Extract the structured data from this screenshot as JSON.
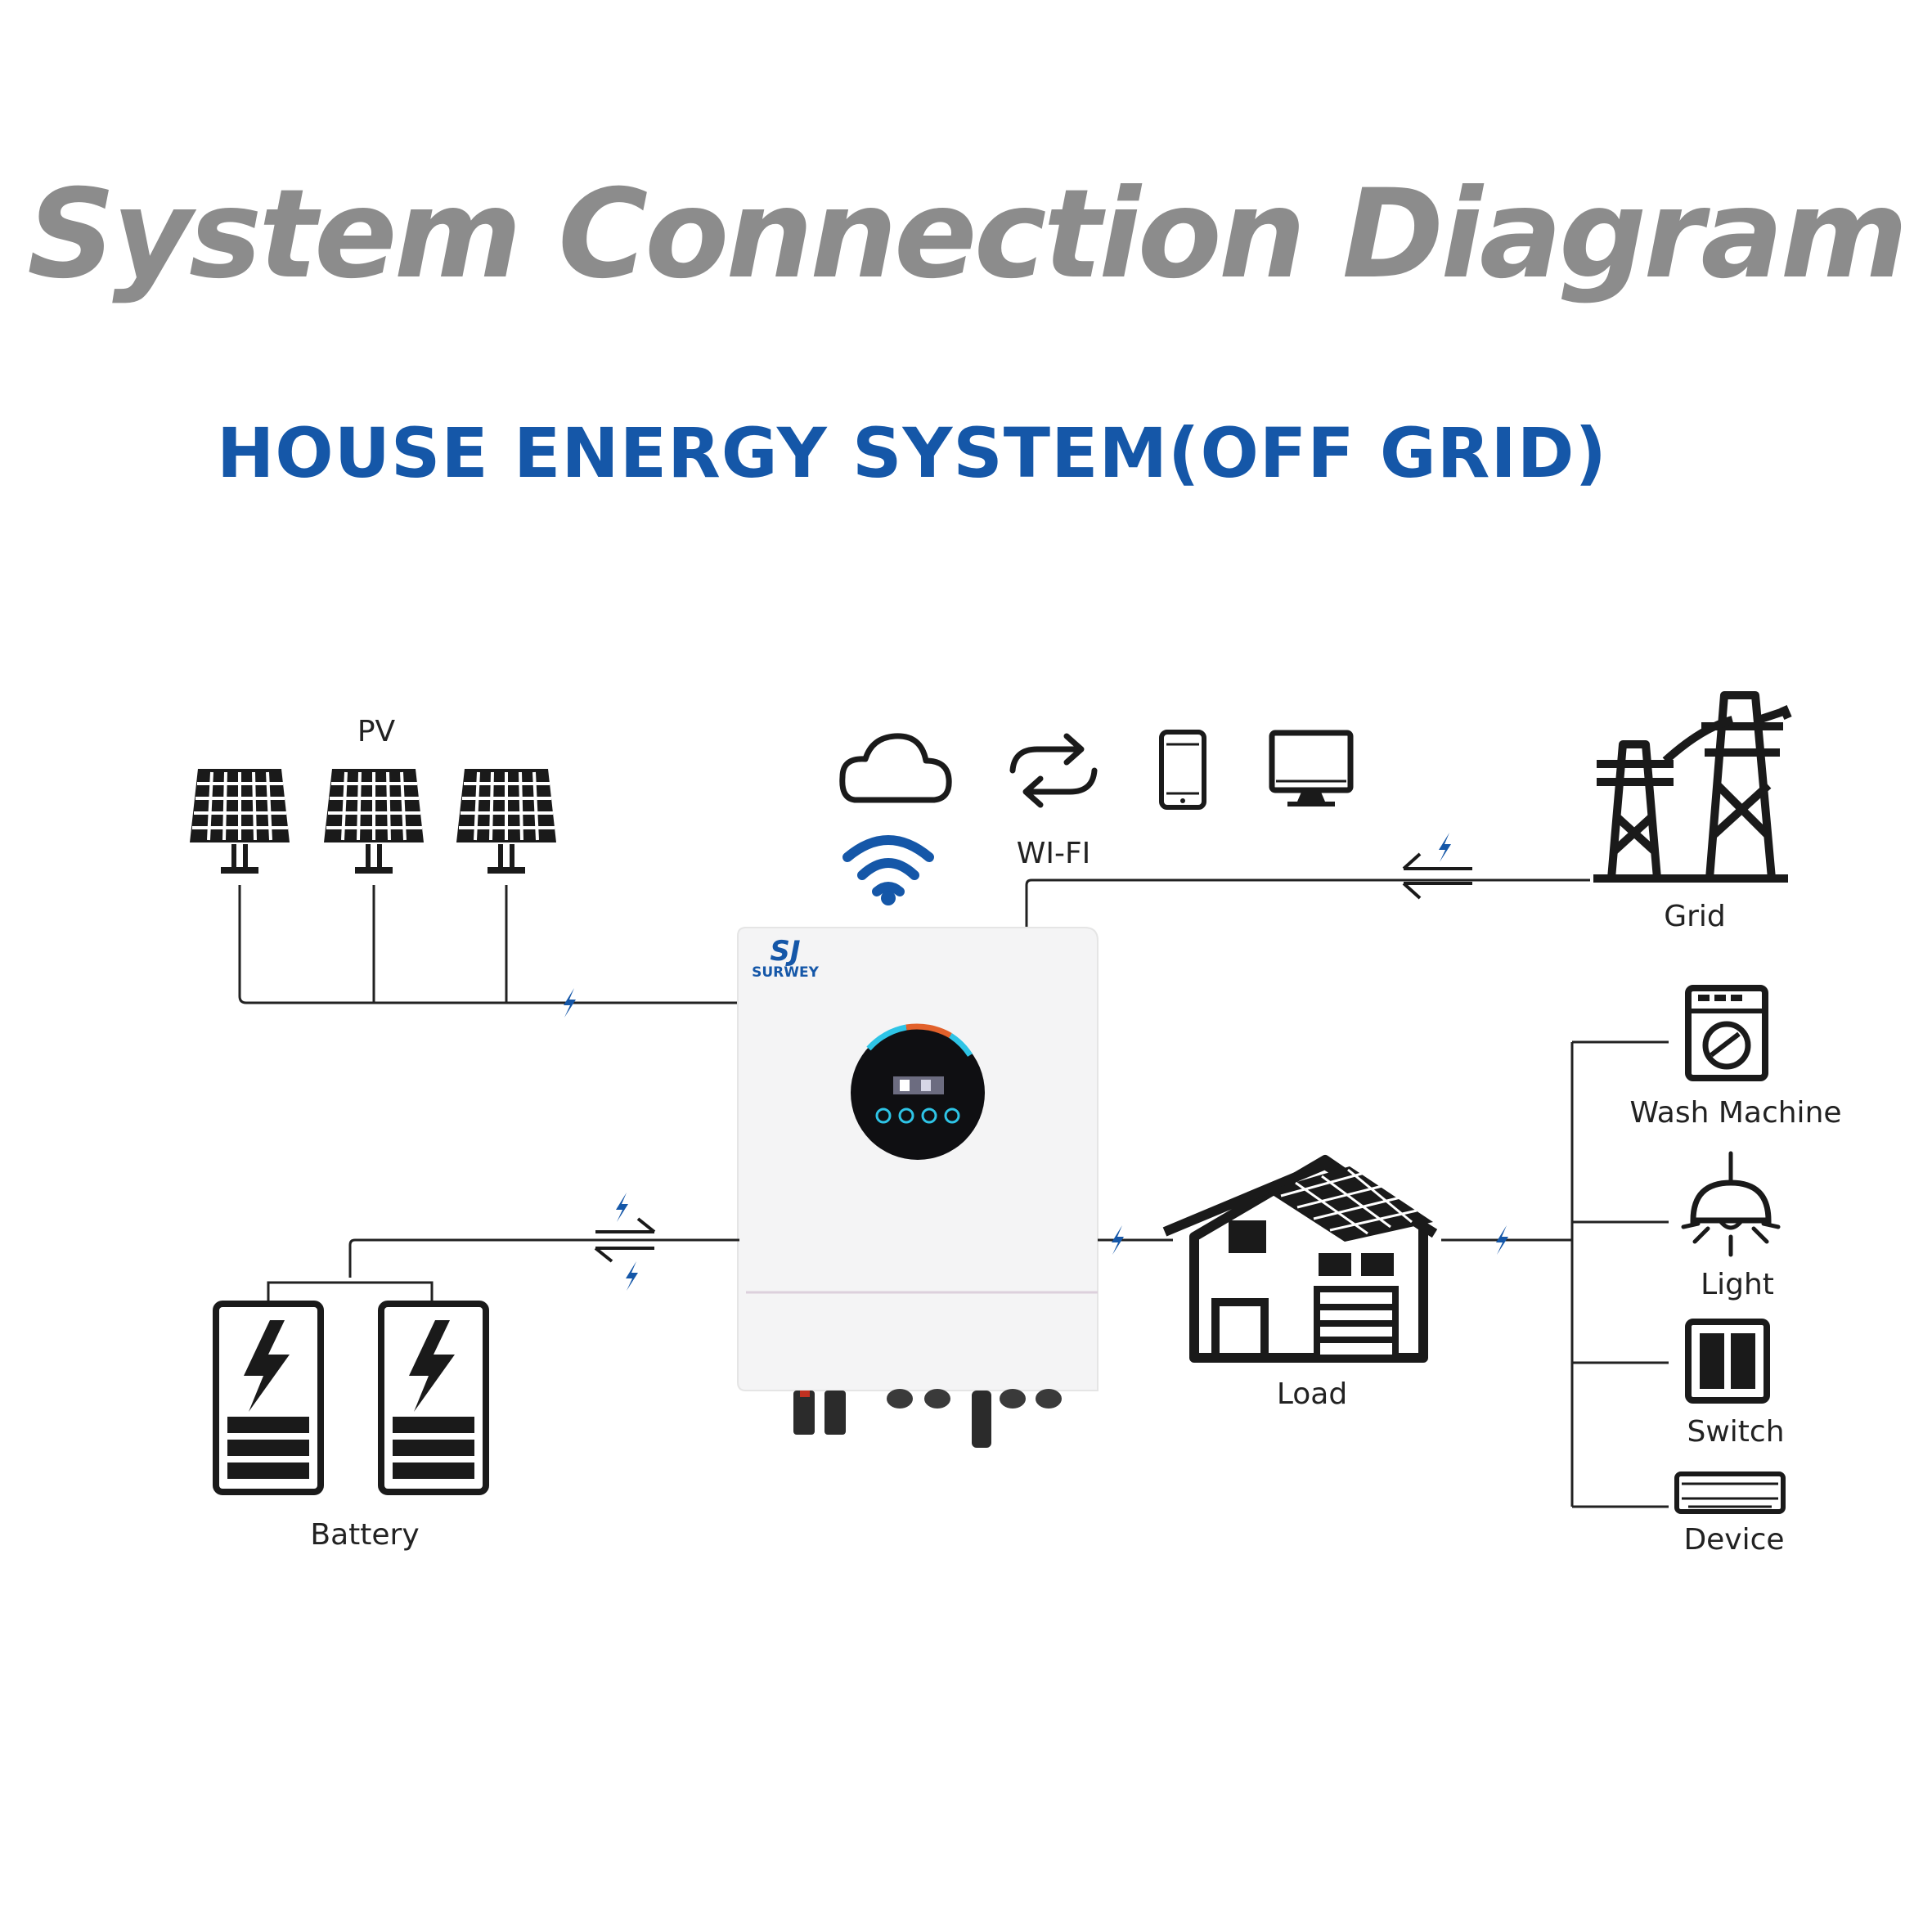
{
  "title": "System Connection Diagram",
  "subtitle": "HOUSE ENERGY SYSTEM(OFF GRID)",
  "brand": {
    "mark": "SJ",
    "name": "SURWEY"
  },
  "labels": {
    "pv": "PV",
    "wifi": "WI-FI",
    "grid": "Grid",
    "battery": "Battery",
    "load": "Load",
    "wash_machine": "Wash Machine",
    "light": "Light",
    "switch": "Switch",
    "device": "Device"
  },
  "colors": {
    "title": "#8c8c8c",
    "subtitle": "#1557a8",
    "accent_blue": "#1557a8",
    "line": "#222222",
    "inverter_accent": "#e2612b",
    "display_ring": "#2ec4e6"
  },
  "icons": [
    "solar-panel-icon",
    "cloud-icon",
    "sync-arrows-icon",
    "phone-icon",
    "monitor-icon",
    "wifi-icon",
    "transmission-tower-icon",
    "battery-icon",
    "house-icon",
    "wash-machine-icon",
    "light-bulb-icon",
    "switch-icon",
    "air-conditioner-icon",
    "lightning-icon"
  ]
}
